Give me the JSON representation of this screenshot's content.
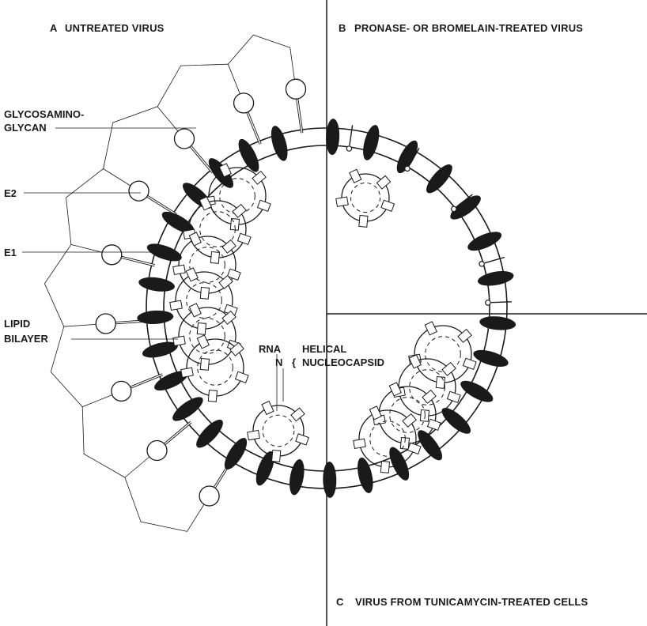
{
  "titles": {
    "a_letter": "A",
    "a_text": "UNTREATED VIRUS",
    "b_letter": "B",
    "b_text": "PRONASE- OR BROMELAIN-TREATED VIRUS",
    "c_letter": "C",
    "c_text": "VIRUS FROM TUNICAMYCIN-TREATED CELLS"
  },
  "labels": {
    "glycosaminoglycan_line1": "GLYCOSAMINO-",
    "glycosaminoglycan_line2": "GLYCAN",
    "e2": "E2",
    "e1": "E1",
    "lipid_line1": "LIPID",
    "lipid_line2": "BILAYER",
    "rna": "RNA",
    "n": "N",
    "helical": "HELICAL",
    "nucleocapsid": "NUCLEOCAPSID"
  },
  "colors": {
    "ink": "#1a1a1a",
    "paper": "#ffffff"
  }
}
